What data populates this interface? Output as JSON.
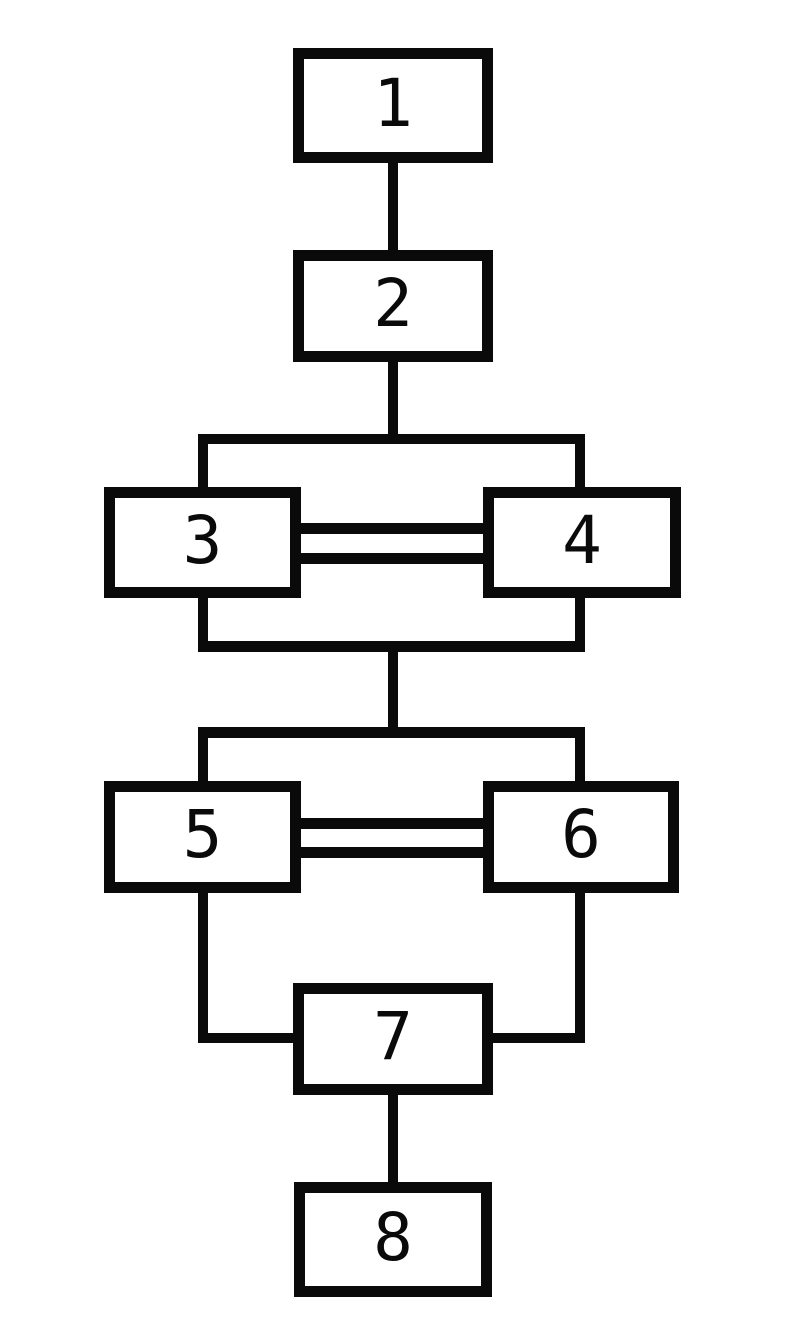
{
  "diagram": {
    "title": "numbered-block-flowchart",
    "background_color": "#ffffff",
    "line_color": "#0a0a0a",
    "nodes": [
      {
        "id": "1",
        "label": "1"
      },
      {
        "id": "2",
        "label": "2"
      },
      {
        "id": "3",
        "label": "3"
      },
      {
        "id": "4",
        "label": "4"
      },
      {
        "id": "5",
        "label": "5"
      },
      {
        "id": "6",
        "label": "6"
      },
      {
        "id": "7",
        "label": "7"
      },
      {
        "id": "8",
        "label": "8"
      }
    ],
    "edges": [
      {
        "from": "1",
        "to": "2",
        "style": "single-vertical"
      },
      {
        "from": "2",
        "to": "3",
        "style": "branch-via-top-bus"
      },
      {
        "from": "2",
        "to": "4",
        "style": "branch-via-top-bus"
      },
      {
        "from": "3",
        "to": "4",
        "style": "double-horizontal-bar"
      },
      {
        "from": "3",
        "to": "merge-bus",
        "style": "vertical"
      },
      {
        "from": "4",
        "to": "merge-bus",
        "style": "vertical"
      },
      {
        "from": "merge-bus",
        "to": "split-bus",
        "style": "single-vertical"
      },
      {
        "from": "split-bus",
        "to": "5",
        "style": "vertical"
      },
      {
        "from": "split-bus",
        "to": "6",
        "style": "vertical"
      },
      {
        "from": "5",
        "to": "6",
        "style": "double-horizontal-bar"
      },
      {
        "from": "5",
        "to": "7",
        "style": "down-then-into-left-side"
      },
      {
        "from": "6",
        "to": "7",
        "style": "down-then-into-right-side"
      },
      {
        "from": "7",
        "to": "8",
        "style": "single-vertical"
      }
    ]
  }
}
